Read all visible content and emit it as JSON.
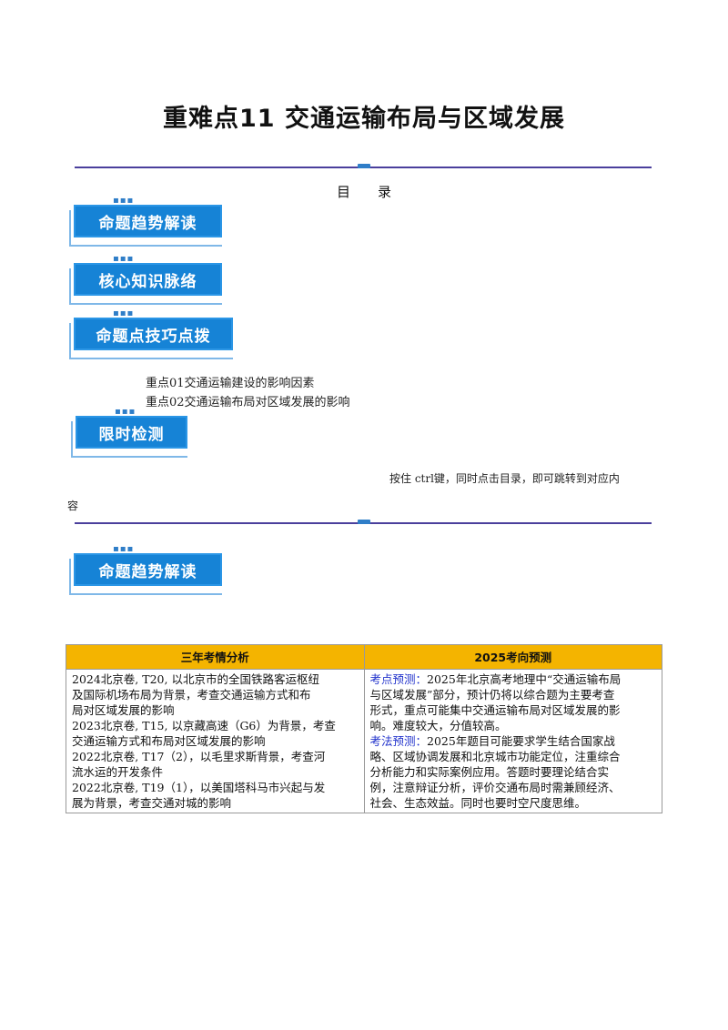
{
  "title": "重难点11  交通运输布局与区域发展",
  "toc": {
    "heading": "目录",
    "badges": [
      "命题趋势解读",
      "核心知识脉络",
      "命题点技巧点拨",
      "限时检测"
    ],
    "items": [
      "重点01交通运输建设的影响因素",
      "重点02交通运输布局对区域发展的影响"
    ],
    "note_line1": "按住  ctrl键，同时点击目录，即可跳转到对应内",
    "note_line2": "容"
  },
  "section_badge": "命题趋势解读",
  "table": {
    "headers": [
      "三年考情分析",
      "2025考向预测"
    ],
    "left_lines": [
      "2024北京卷, T20, 以北京市的全国铁路客运枢纽",
      "及国际机场布局为背景，考查交通运输方式和布",
      "局对区域发展的影响",
      "2023北京卷, T15, 以京藏高速（G6）为背景，考查",
      "交通运输方式和布局对区域发展的影响",
      "2022北京卷, T17（2），以毛里求斯背景，考查河",
      "流水运的开发条件",
      "2022北京卷, T19（1），以美国塔科马市兴起与发",
      "展为背景，考查交通对城的影响"
    ],
    "prediction1_label": "考点预测：",
    "prediction1_lines": [
      "2025年北京高考地理中“交通运输布局",
      "与区域发展”部分，预计仍将以综合题为主要考查",
      "形式，重点可能集中交通运输布局对区域发展的影",
      "响。难度较大，分值较高。"
    ],
    "prediction2_label": "考法预测：",
    "prediction2_lines": [
      "2025年题目可能要求学生结合国家战",
      "略、区域协调发展和北京城市功能定位，注重综合",
      "分析能力和实际案例应用。答题时要理论结合实",
      "例，注意辩证分析，评价交通布局时需兼顾经济、",
      "社会、生态效益。同时也要时空尺度思维。"
    ]
  }
}
